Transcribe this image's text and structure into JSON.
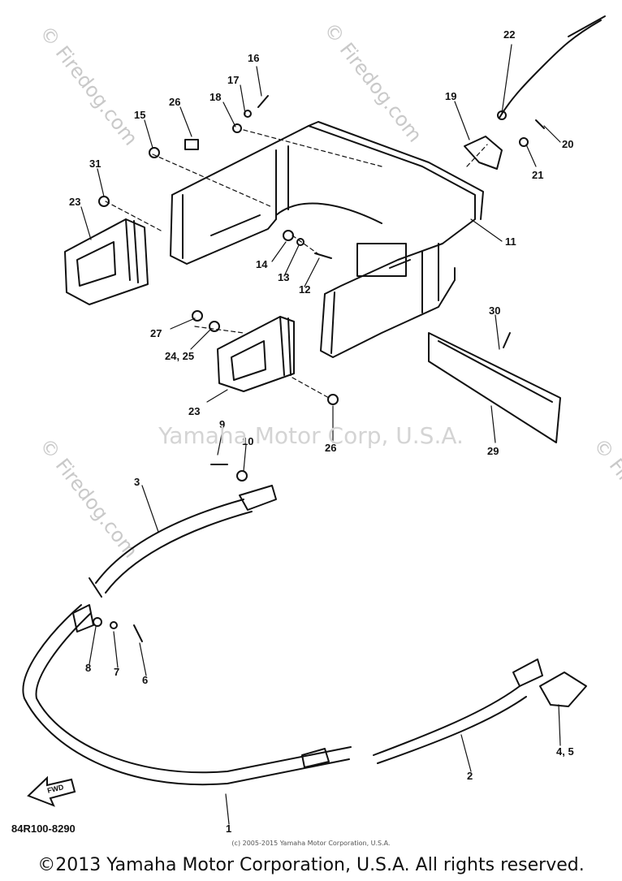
{
  "watermarks": {
    "site": "© Firedog.com",
    "center": "Yamaha Motor Corp, U.S.A."
  },
  "callouts": [
    "22",
    "16",
    "17",
    "18",
    "26",
    "15",
    "19",
    "20",
    "21",
    "31",
    "23",
    "14",
    "13",
    "12",
    "11",
    "30",
    "27",
    "24, 25",
    "23",
    "9",
    "10",
    "26",
    "29",
    "3",
    "8",
    "7",
    "6",
    "4, 5",
    "2",
    "1"
  ],
  "fwd_label": "FWD",
  "part_code": "84R100-8290",
  "small_copyright": "(c) 2005-2015 Yamaha Motor Corporation, U.S.A.",
  "footer_copyright": "©2013 Yamaha Motor Corporation, U.S.A. All rights reserved."
}
